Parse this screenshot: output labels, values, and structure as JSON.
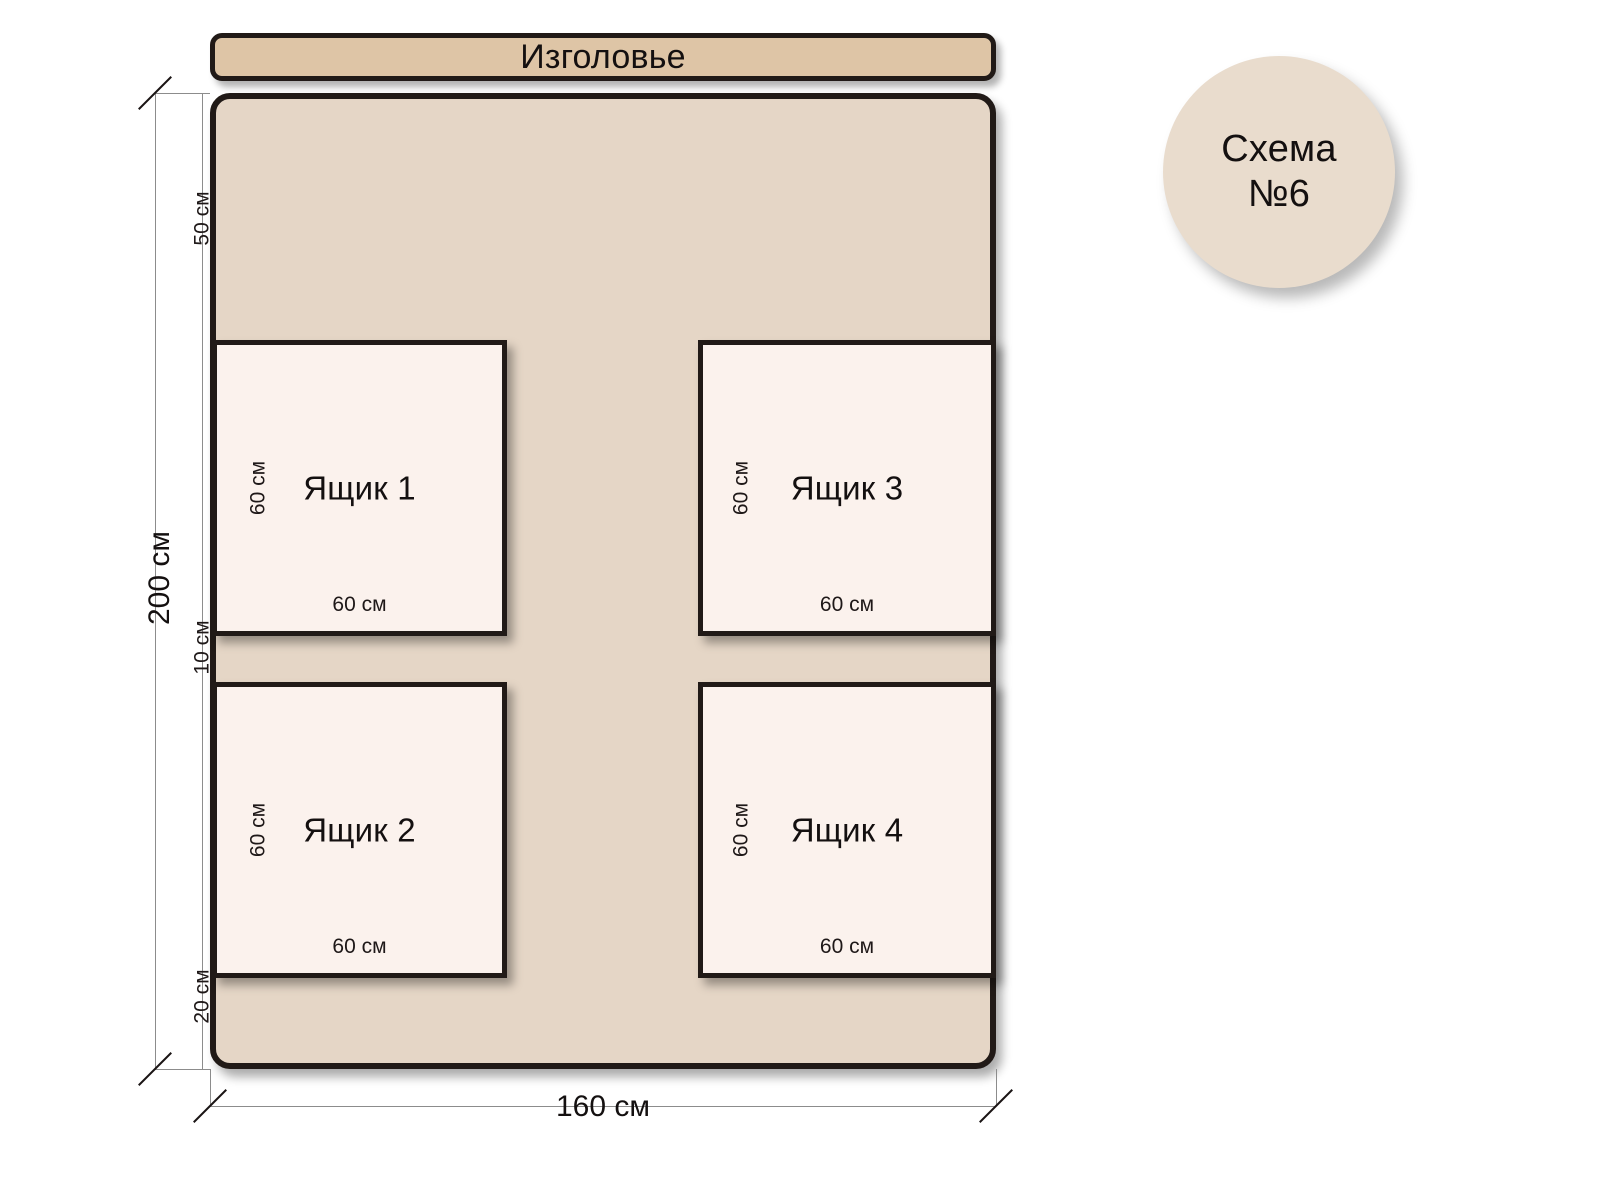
{
  "scheme": {
    "badge_line1": "Схема",
    "badge_line2": "№6",
    "badge_color": "#e9dccd"
  },
  "headboard": {
    "label": "Изголовье",
    "color": "#dec5a6"
  },
  "bed": {
    "color": "#e5d6c6",
    "border_color": "#211a17",
    "total_width_label": "160 см",
    "total_height_label": "200 см"
  },
  "drawers": [
    {
      "id": "drawer-1",
      "title": "Ящик 1",
      "width_label": "60 см",
      "height_label": "60 см",
      "fill": "#fbf2ed"
    },
    {
      "id": "drawer-2",
      "title": "Ящик 2",
      "width_label": "60 см",
      "height_label": "60 см",
      "fill": "#fbf2ed"
    },
    {
      "id": "drawer-3",
      "title": "Ящик 3",
      "width_label": "60 см",
      "height_label": "60 см",
      "fill": "#fbf2ed"
    },
    {
      "id": "drawer-4",
      "title": "Ящик 4",
      "width_label": "60 см",
      "height_label": "60 см",
      "fill": "#fbf2ed"
    }
  ],
  "vertical_dimensions": [
    {
      "name": "top-margin",
      "label": "50 см"
    },
    {
      "name": "gap-between-drawer-rows",
      "label": "10 см"
    },
    {
      "name": "bottom-margin",
      "label": "20 см"
    }
  ],
  "overall_dimensions": {
    "height": "200 см",
    "width": "160 см"
  }
}
